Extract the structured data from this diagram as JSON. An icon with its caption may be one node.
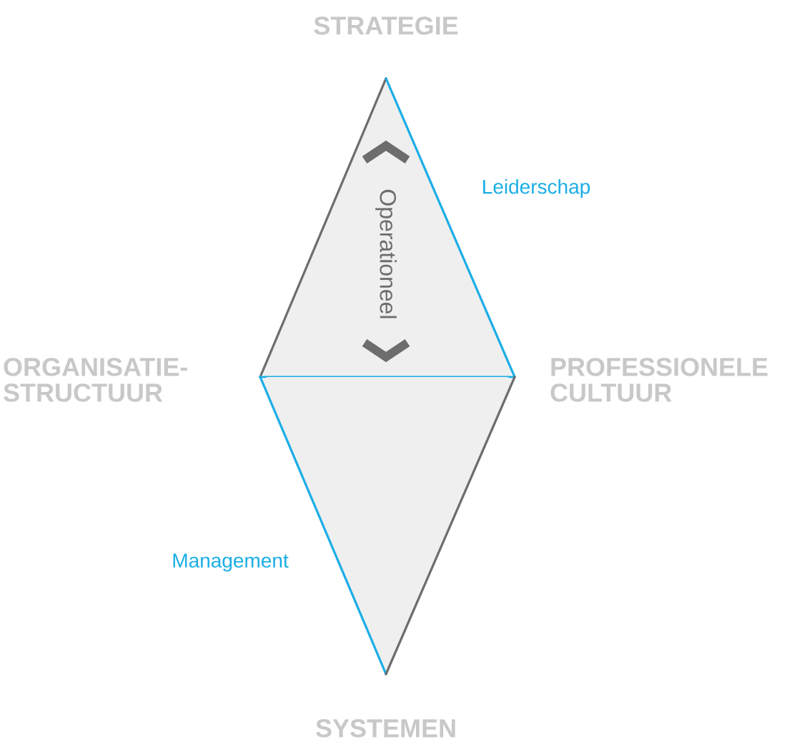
{
  "diagram": {
    "nodes": [
      {
        "text": [
          "Operationeel"
        ]
      },
      {
        "text": [],
        "shape": "triangle"
      }
    ],
    "labels": [
      "STRATEGIE",
      "ORGANISATIE-STRUCTUUR",
      "Leiderschap",
      "PROFESSIONELE CULTUUR",
      "Management",
      "SYSTEMEN"
    ]
  }
}
